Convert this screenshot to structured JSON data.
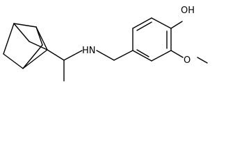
{
  "molecule": {
    "atoms": {
      "hydroxyl": "OH",
      "methoxy_oxygen": "O",
      "amine": "HN"
    }
  }
}
